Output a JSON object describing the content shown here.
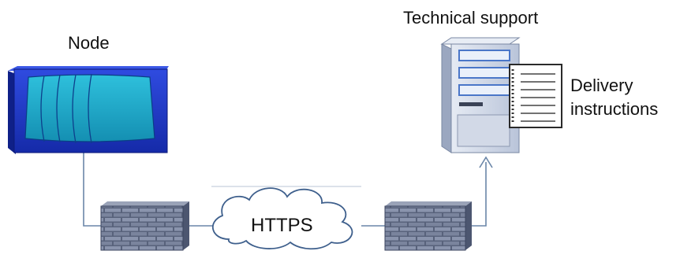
{
  "diagram": {
    "node_label": "Node",
    "support_label": "Technical support",
    "delivery_line1": "Delivery",
    "delivery_line2": "instructions",
    "cloud_label": "HTTPS"
  },
  "colors": {
    "node_fill": "#1a35c8",
    "node_screen": "#1ea7c7",
    "server_fill": "#c9d3e6",
    "firewall_brick": "#6d7893",
    "line": "#6a86a8"
  },
  "icons": [
    "node-icon",
    "firewall-icon",
    "cloud-icon",
    "server-icon",
    "document-icon",
    "arrow-up-icon"
  ]
}
